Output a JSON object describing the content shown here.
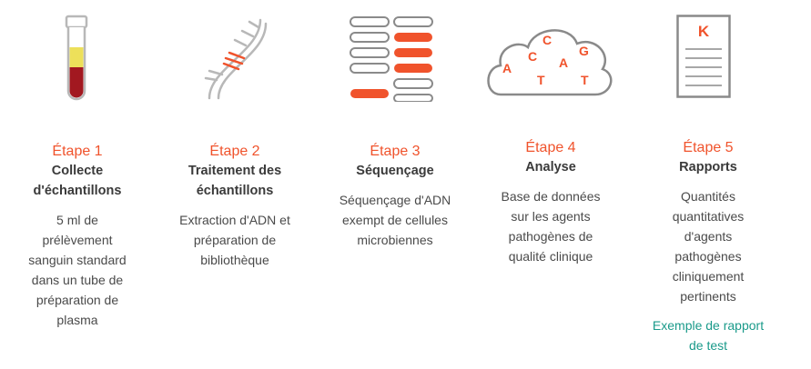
{
  "steps": [
    {
      "label": "Étape 1",
      "title_lines": [
        "Collecte",
        "d'échantillons"
      ],
      "desc_lines": [
        "5 ml de",
        "prélèvement",
        "sanguin standard",
        "dans un tube de",
        "préparation de",
        "plasma"
      ],
      "icon": "blood-tube-icon"
    },
    {
      "label": "Étape 2",
      "title_lines": [
        "Traitement des",
        "échantillons"
      ],
      "desc_lines": [
        "Extraction d'ADN et",
        "préparation de",
        "bibliothèque"
      ],
      "icon": "dna-helix-icon"
    },
    {
      "label": "Étape 3",
      "title_lines": [
        "Séquençage"
      ],
      "desc_lines": [
        "Séquençage d'ADN",
        "exempt de cellules",
        "microbiennes"
      ],
      "icon": "sequencing-reads-icon"
    },
    {
      "label": "Étape 4",
      "title_lines": [
        "Analyse"
      ],
      "desc_lines": [
        "Base de données",
        "sur les agents",
        "pathogènes de",
        "qualité clinique"
      ],
      "icon": "cloud-nucleotides-icon",
      "cloud_letters": [
        "C",
        "C",
        "A",
        "G",
        "A",
        "T",
        "T"
      ]
    },
    {
      "label": "Étape 5",
      "title_lines": [
        "Rapports"
      ],
      "desc_lines": [
        "Quantités",
        "quantitatives",
        "d'agents",
        "pathogènes",
        "cliniquement",
        "pertinents"
      ],
      "icon": "report-document-icon",
      "doc_letter": "K",
      "link_lines": [
        "Exemple de rapport",
        "de test"
      ]
    }
  ],
  "colors": {
    "accent": "#f0532c",
    "link": "#1a9a8a",
    "outline": "#b8b8b8",
    "blood": "#a21820",
    "plasma": "#ede05a"
  }
}
